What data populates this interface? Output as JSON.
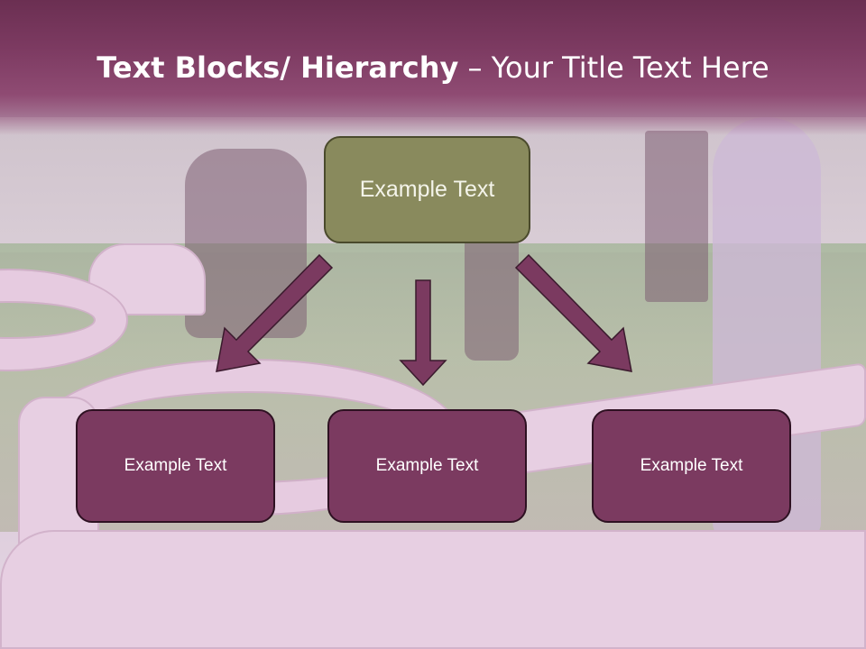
{
  "header": {
    "title_bold": "Text Blocks/ Hierarchy",
    "title_rest": " – Your Title Text Here"
  },
  "diagram": {
    "top_box": {
      "label": "Example Text"
    },
    "children": [
      {
        "label": "Example Text"
      },
      {
        "label": "Example Text"
      },
      {
        "label": "Example Text"
      }
    ]
  },
  "colors": {
    "header": "#7c3a61",
    "top_box": "#898a5d",
    "child_box": "#7b3a60",
    "arrow": "#7b3a60"
  }
}
